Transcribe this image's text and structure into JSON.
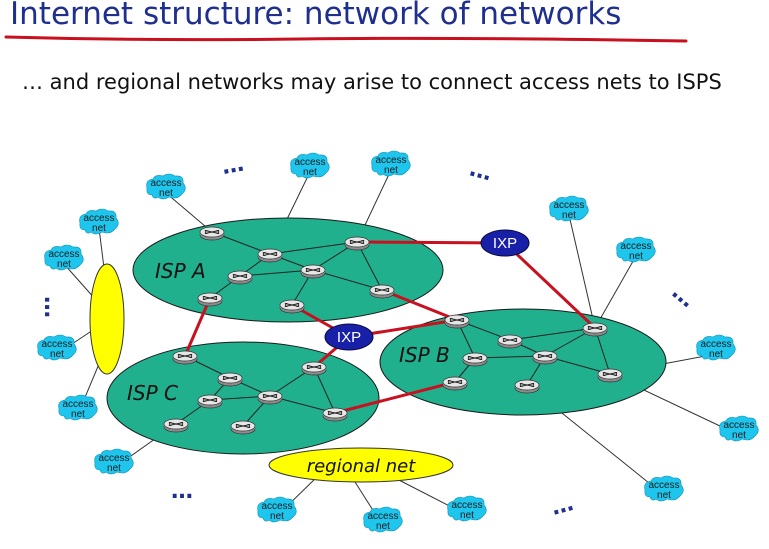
{
  "slide": {
    "title": "Internet structure: network of networks",
    "subtitle": "… and regional networks may arise to connect access nets to ISPS"
  },
  "diagram": {
    "isps": [
      "ISP A",
      "ISP B",
      "ISP C"
    ],
    "ixp_label": "IXP",
    "regional_label": "regional net",
    "access_net_label": [
      "access",
      "net"
    ],
    "ellipsis": "…",
    "colors": {
      "isp_fill": "#21b08e",
      "ixp_fill": "#1820a8",
      "regional_fill": "#ffff00",
      "access_fill": "#1ec6ee",
      "peering_link": "#c8101e",
      "title": "#1f2f8f"
    }
  }
}
